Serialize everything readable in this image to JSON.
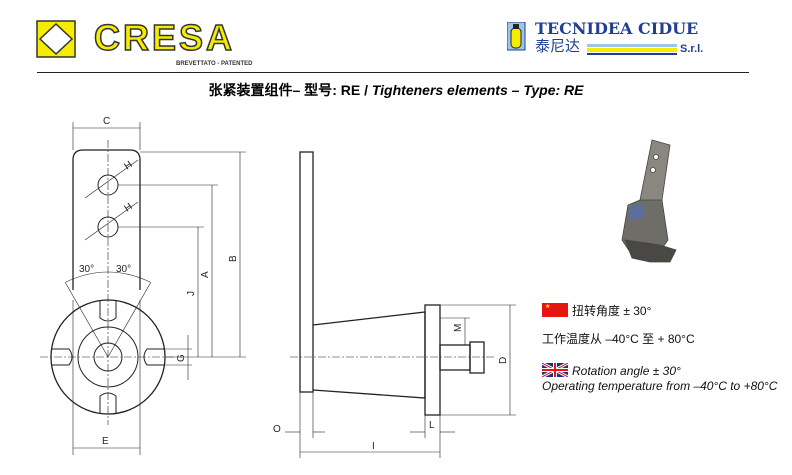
{
  "header": {
    "left_logo_text": "CRESA",
    "left_logo_subtitle": "BREVETTATO - PATENTED",
    "right_logo_text": "TECNIDEA CIDUE",
    "right_logo_chinese": "泰尼达",
    "right_logo_suffix": "S.r.l."
  },
  "title": {
    "chinese": "张紧装置组件– 型号",
    "model": ": RE / ",
    "english": "Tighteners elements  – Type: RE"
  },
  "drawing": {
    "labels": {
      "C": "C",
      "H1": "H",
      "H2": "H",
      "angle_left": "30°",
      "angle_right": "30°",
      "A": "A",
      "B": "B",
      "J": "J",
      "G": "G",
      "E": "E",
      "M": "M",
      "D": "D",
      "O": "O",
      "I": "I",
      "L": "L"
    }
  },
  "specs": {
    "cn_rotation": "扭转角度 ± 30°",
    "cn_temperature": "工作温度从 –40°C 至  + 80°C",
    "en_rotation": "Rotation angle ± 30°",
    "en_temperature": "Operating temperature from –40°C to +80°C"
  },
  "colors": {
    "logo_yellow": "#f5ec00",
    "flag_red": "#e8140f",
    "flag_blue": "#1a2f8a",
    "tecnidea_blue": "#1e3f94"
  }
}
